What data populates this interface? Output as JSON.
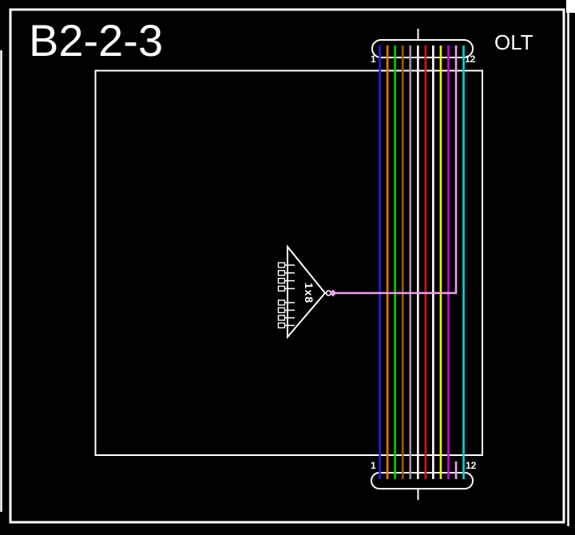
{
  "title": "B2-2-3",
  "olt_label": "OLT",
  "colors": {
    "background": "#000000",
    "stroke": "#ffffff",
    "splitter_tail": "#efa0e8"
  },
  "cable": {
    "fiber_count": 12,
    "fibers": [
      {
        "n": 1,
        "color": "blue",
        "hex": "#2020e8",
        "routed_to_splitter": false
      },
      {
        "n": 2,
        "color": "orange",
        "hex": "#e87800",
        "routed_to_splitter": false
      },
      {
        "n": 3,
        "color": "green",
        "hex": "#00d400",
        "routed_to_splitter": false
      },
      {
        "n": 4,
        "color": "brown",
        "hex": "#a85600",
        "routed_to_splitter": false
      },
      {
        "n": 5,
        "color": "slate",
        "hex": "#9a9a9a",
        "routed_to_splitter": false
      },
      {
        "n": 6,
        "color": "white",
        "hex": "#ffffff",
        "routed_to_splitter": false
      },
      {
        "n": 7,
        "color": "red",
        "hex": "#d41414",
        "routed_to_splitter": false
      },
      {
        "n": 8,
        "color": "black (drawn white)",
        "hex": "#ffffff",
        "routed_to_splitter": false
      },
      {
        "n": 9,
        "color": "yellow",
        "hex": "#f2f200",
        "routed_to_splitter": false
      },
      {
        "n": 10,
        "color": "violet",
        "hex": "#d400d4",
        "routed_to_splitter": false
      },
      {
        "n": 11,
        "color": "rose",
        "hex": "#efa0e8",
        "routed_to_splitter": true
      },
      {
        "n": 12,
        "color": "aqua",
        "hex": "#00d8d8",
        "routed_to_splitter": false
      }
    ]
  },
  "connectors": {
    "top": {
      "left_label": "1",
      "right_label": "12"
    },
    "bottom": {
      "left_label": "1",
      "right_label": "12"
    }
  },
  "splitter": {
    "label": "1x8",
    "ports": 8,
    "input_fiber": 11
  }
}
